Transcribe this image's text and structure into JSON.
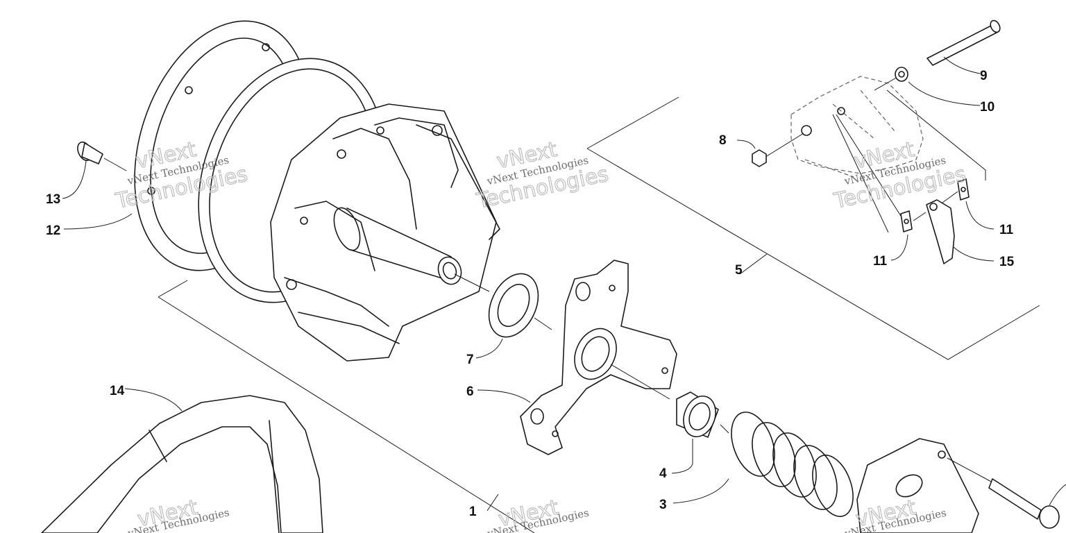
{
  "callouts": [
    "1",
    "3",
    "4",
    "5",
    "6",
    "7",
    "8",
    "9",
    "10",
    "11",
    "11",
    "12",
    "13",
    "14",
    "15"
  ],
  "watermark": {
    "line1": "vNext Technologies",
    "line2": "vNext",
    "line3": "Technologies"
  }
}
